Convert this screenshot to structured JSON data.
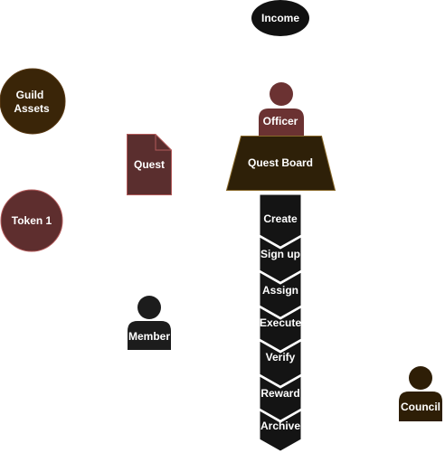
{
  "nodes": {
    "income": {
      "label": "Income",
      "fill": "#111111"
    },
    "guild_assets": {
      "label_lines": [
        "Guild",
        "Assets"
      ],
      "fill": "#3a2508",
      "stroke": "#5a3a14"
    },
    "token_1": {
      "label": "Token 1",
      "fill": "#5e2e2e",
      "stroke": "#b35a5a"
    },
    "quest": {
      "label": "Quest",
      "fill": "#5a2e2e",
      "stroke": "#b35a5a"
    },
    "officer": {
      "label": "Officer",
      "fill": "#6b3232"
    },
    "quest_board": {
      "label": "Quest Board",
      "fill": "#2e2008",
      "stroke": "#8a6a2a"
    },
    "member": {
      "label": "Member",
      "fill": "#1c1c1c",
      "text_color": "#dddddd"
    },
    "council": {
      "label": "Council",
      "fill": "#2e1e06"
    }
  },
  "process_steps": [
    "Create",
    "Sign up",
    "Assign",
    "Execute",
    "Verify",
    "Reward",
    "Archive"
  ],
  "process_fill": "#141414"
}
